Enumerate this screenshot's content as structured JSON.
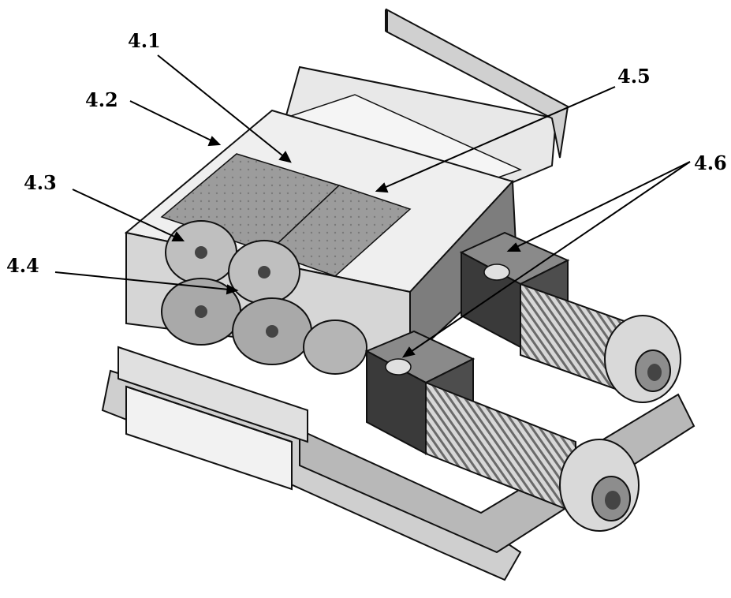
{
  "labels": {
    "l41": "4.1",
    "l42": "4.2",
    "l43": "4.3",
    "l44": "4.4",
    "l45": "4.5",
    "l46": "4.6"
  },
  "colors": {
    "ink": "#000000",
    "metal_light": "#e6e6e6",
    "metal_mid": "#bdbdbd",
    "metal_dark": "#5a5a5a",
    "grille": "#8a8a8a"
  }
}
